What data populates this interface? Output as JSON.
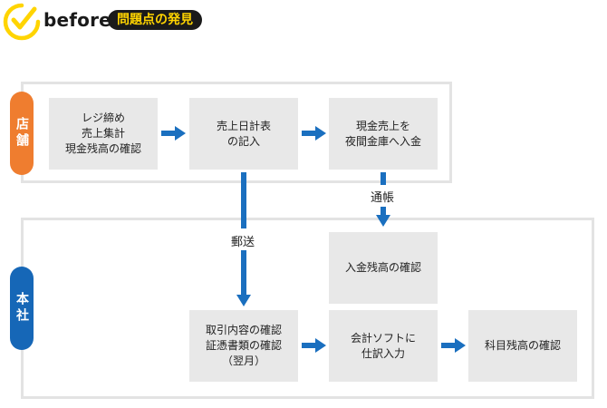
{
  "header": {
    "before_label": "before",
    "badge_label": "問題点の発見"
  },
  "colors": {
    "accent_yellow": "#ffd400",
    "store_orange": "#ef7d2f",
    "hq_blue": "#1667b7",
    "arrow_blue": "#1a6fbf",
    "box_gray": "#e8e8e8",
    "frame_gray": "#e3e3e3"
  },
  "icons": {
    "logo": "clock-check-icon"
  },
  "sections": {
    "store": {
      "label": "店舗"
    },
    "hq": {
      "label": "本社"
    }
  },
  "nodes": {
    "register_check": "レジ締め\n売上集計\n現金残高の確認",
    "sales_record": "売上日計表\nの記入",
    "night_deposit": "現金売上を\n夜間金庫へ入金",
    "deposit_check": "入金残高の確認",
    "doc_check": "取引内容の確認\n証憑書類の確認\n（翌月）",
    "software_entry": "会計ソフトに\n仕訳入力",
    "account_check": "科目残高の確認"
  },
  "edges": {
    "mail": "郵送",
    "passbook": "通帳"
  }
}
